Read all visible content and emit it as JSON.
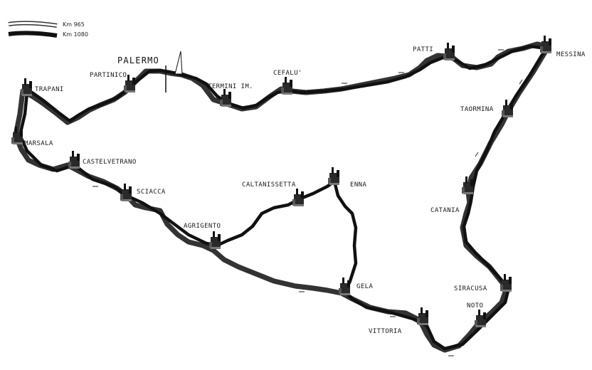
{
  "legend": {
    "white_route_label": "Km 965",
    "black_route_label": "Km 1080"
  },
  "colors": {
    "black_route": "#111111",
    "white_route_fill": "#ffffff",
    "white_route_edge": "#333333",
    "town_icon": "#2a2a2a"
  },
  "towns": {
    "palermo": "PALERMO",
    "partinico": "PARTINICO",
    "trapani": "TRAPANI",
    "termini": "TERMINI IM.",
    "cefalu": "CEFALU'",
    "patti": "PATTI",
    "messina": "MESSINA",
    "taormina": "TAORMINA",
    "marsala": "MARSALA",
    "castelvetrano": "CASTELVETRANO",
    "sciacca": "SCIACCA",
    "caltanissetta": "CALTANISSETTA",
    "enna": "ENNA",
    "catania": "CATANIA",
    "agrigento": "AGRIGENTO",
    "siracusa": "SIRACUSA",
    "gela": "GELA",
    "noto": "NOTO",
    "vittoria": "VITTORIA"
  }
}
